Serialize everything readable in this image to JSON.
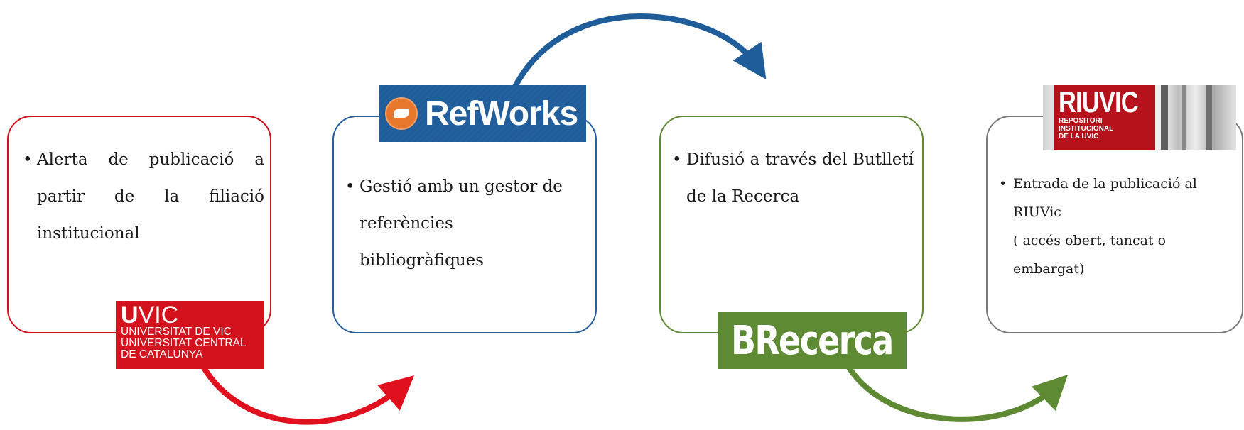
{
  "steps": [
    {
      "text": "Alerta de publicació a partir de la filiació institucional",
      "border_color": "#d3121e"
    },
    {
      "text": "Gestió amb un gestor de referències bibliogràfiques",
      "border_color": "#245f9e"
    },
    {
      "text": "Difusió a través del Butlletí de la Recerca",
      "border_color": "#5e8a34"
    },
    {
      "lines": [
        "Entrada de la publicació al RIUVic",
        "( accés obert, tancat o embargat)"
      ],
      "border_color": "#7a7a7a"
    }
  ],
  "logos": {
    "uvic": {
      "brand_bold": "U",
      "brand_rest": "VIC",
      "lines": [
        "UNIVERSITAT DE VIC",
        "UNIVERSITAT CENTRAL",
        "DE CATALUNYA"
      ]
    },
    "refworks": {
      "text": "RefWorks"
    },
    "brecerca": {
      "text": "BRecerca"
    },
    "riuvic": {
      "brand": "RIUVIC",
      "lines": [
        "REPOSITORI",
        "INSTITUCIONAL",
        "DE LA UVIC"
      ]
    }
  },
  "arrow_colors": [
    "#e0101e",
    "#1f5c9a",
    "#5e8a34"
  ]
}
